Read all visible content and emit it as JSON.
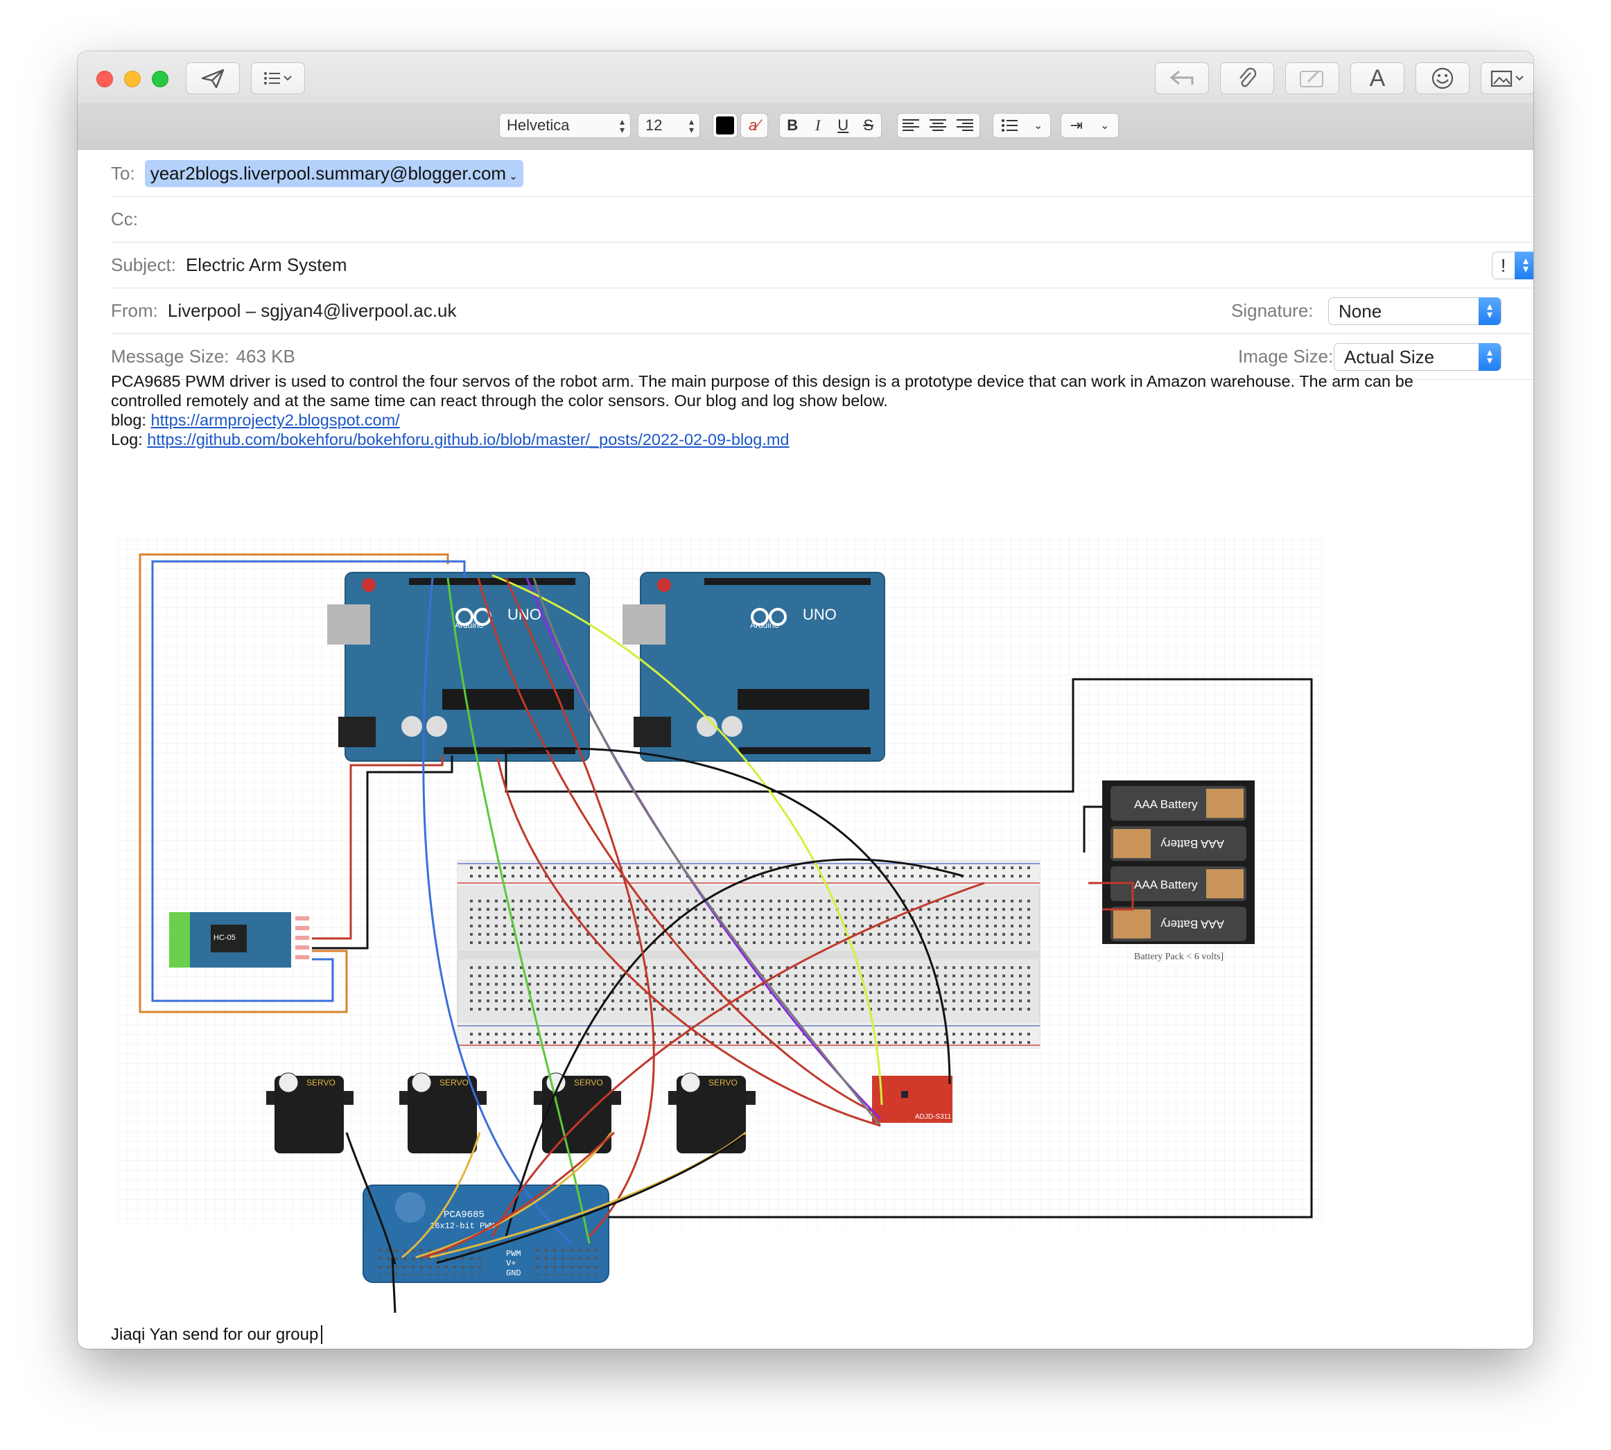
{
  "toolbar": {
    "send_icon": "paper-plane-icon",
    "header_fields_icon": "list-icon",
    "reply_icon": "reply-arrow-icon",
    "attach_icon": "paperclip-icon",
    "markup_icon": "markup-icon",
    "format_icon": "A",
    "emoji_icon": "smiley-icon",
    "photo_icon": "photo-browser-icon"
  },
  "format_bar": {
    "font": "Helvetica",
    "size": "12",
    "bold": "B",
    "italic": "I",
    "underline": "U",
    "strike": "S"
  },
  "header": {
    "to_label": "To:",
    "to_value": "year2blogs.liverpool.summary@blogger.com",
    "cc_label": "Cc:",
    "subject_label": "Subject:",
    "subject_value": "Electric Arm System",
    "priority_value": "!",
    "from_label": "From:",
    "from_value": "Liverpool – sgjyan4@liverpool.ac.uk",
    "signature_label": "Signature:",
    "signature_value": "None",
    "message_size_label": "Message Size:",
    "message_size_value": "463 KB",
    "image_size_label": "Image Size:",
    "image_size_value": "Actual Size"
  },
  "body": {
    "paragraph": "PCA9685 PWM driver is used to control the four servos of the robot arm. The main purpose of this design is a prototype device that can work in Amazon warehouse. The arm can be controlled remotely and at the same time can react through the color sensors. Our blog and log show below.",
    "blog_label": "blog:",
    "blog_link": "https://armprojecty2.blogspot.com/",
    "log_label": "Log:",
    "log_link": "https://github.com/bokehforu/bokehforu.github.io/blob/master/_posts/2022-02-09-blog.md",
    "signature_line": "Jiaqi Yan send for our group"
  },
  "diagram": {
    "arduino_logo": "Arduino",
    "arduino_model": "UNO",
    "battery_label_1": "AAA Battery",
    "battery_label_2": "AAA Battery",
    "battery_label_3": "AAA Battery",
    "battery_label_4": "AAA Battery",
    "battery_pack_caption": "Battery Pack < 6 volts]",
    "bt_module": "HC-05",
    "servo_label": "SERVO",
    "driver_label": "PCA9685",
    "driver_sub": "16x12-bit PWM",
    "driver_pwm": "PWM",
    "driver_v": "V+",
    "driver_gnd": "GND",
    "sensor_label": "ADJD-S311",
    "colors": {
      "board_blue": "#2f6f9a",
      "wire_red": "#c0392b",
      "wire_orange": "#d9822b",
      "wire_blue": "#3a6fd8",
      "wire_green": "#5cc93a",
      "wire_purple": "#8a2be2",
      "wire_yellow": "#d4f03c",
      "wire_gray": "#7a7a7a"
    }
  }
}
